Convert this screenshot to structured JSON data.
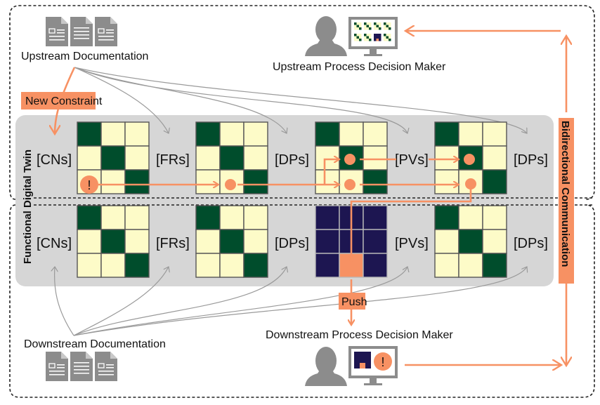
{
  "title": "Functional Digital Twin",
  "labels": {
    "upstream_documentation": "Upstream Documentation",
    "downstream_documentation": "Downstream Documentation",
    "upstream_decision_maker": "Upstream Process Decision Maker",
    "downstream_decision_maker": "Downstream Process Decision Maker",
    "new_constraint": "New Constraint",
    "push": "Push",
    "bidirectional_communication": "Bidirectional Communication",
    "functional_digital_twin": "Functional Digital Twin",
    "alert_symbol": "!"
  },
  "rows": [
    {
      "name": "upstream",
      "domains": [
        "[CNs]",
        "[FRs]",
        "[DPs]",
        "[PVs]",
        "[DPs]"
      ],
      "matrices": [
        {
          "pattern": [
            [
              1,
              0,
              0
            ],
            [
              0,
              1,
              0
            ],
            [
              0,
              0,
              1
            ]
          ],
          "scheme": "green"
        },
        {
          "pattern": [
            [
              1,
              0,
              0
            ],
            [
              0,
              1,
              0
            ],
            [
              0,
              0,
              1
            ]
          ],
          "scheme": "green"
        },
        {
          "pattern": [
            [
              1,
              0,
              0
            ],
            [
              0,
              1,
              0
            ],
            [
              0,
              0,
              1
            ]
          ],
          "scheme": "green"
        },
        {
          "pattern": [
            [
              1,
              0,
              0
            ],
            [
              0,
              1,
              0
            ],
            [
              0,
              0,
              1
            ]
          ],
          "scheme": "green"
        }
      ]
    },
    {
      "name": "downstream",
      "domains": [
        "[CNs]",
        "[FRs]",
        "[DPs]",
        "[PVs]",
        "[DPs]"
      ],
      "matrices": [
        {
          "pattern": [
            [
              1,
              0,
              0
            ],
            [
              0,
              1,
              0
            ],
            [
              0,
              0,
              1
            ]
          ],
          "scheme": "green"
        },
        {
          "pattern": [
            [
              1,
              0,
              0
            ],
            [
              0,
              1,
              0
            ],
            [
              0,
              0,
              1
            ]
          ],
          "scheme": "green"
        },
        {
          "pattern": [
            [
              1,
              1,
              1
            ],
            [
              1,
              1,
              1
            ],
            [
              1,
              2,
              1
            ]
          ],
          "scheme": "navy"
        },
        {
          "pattern": [
            [
              1,
              0,
              0
            ],
            [
              0,
              1,
              0
            ],
            [
              0,
              0,
              1
            ]
          ],
          "scheme": "green"
        }
      ]
    }
  ],
  "colors": {
    "orange": "#f79163",
    "dark_green": "#004d2c",
    "cream": "#fdfbc8",
    "navy": "#1d1651",
    "panel_gray": "#d6d6d6",
    "icon_gray": "#8c8c8c",
    "connector_gray": "#8a8a8a"
  },
  "icons": {
    "documents": "document-icon",
    "person": "person-silhouette-icon",
    "monitor": "monitor-icon",
    "alert": "exclamation-icon"
  }
}
